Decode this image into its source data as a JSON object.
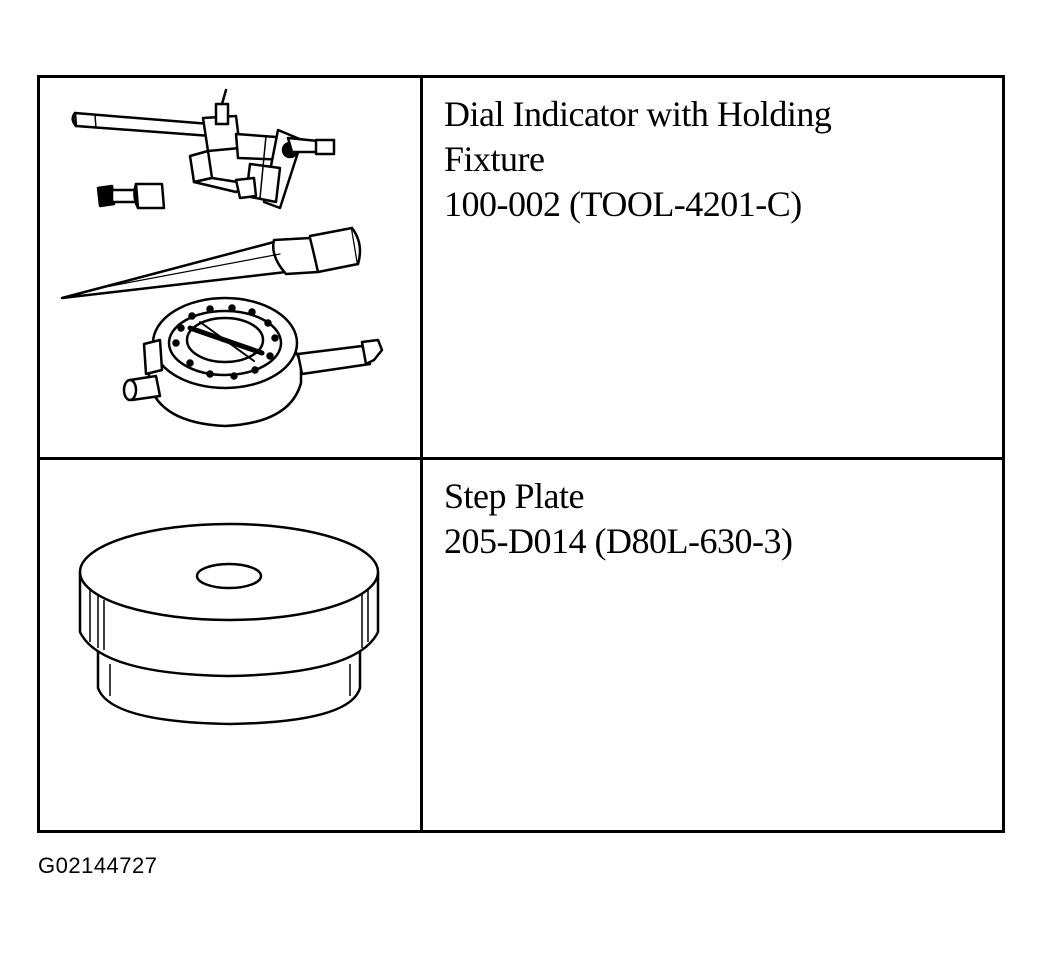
{
  "tools": [
    {
      "name_line1": "Dial Indicator with Holding",
      "name_line2": "Fixture",
      "part_number": "100-002 (TOOL-4201-C)",
      "illustration": "dial-indicator-icon"
    },
    {
      "name_line1": "Step Plate",
      "part_number": "205-D014 (D80L-630-3)",
      "illustration": "step-plate-icon"
    }
  ],
  "figure_id": "G02144727"
}
